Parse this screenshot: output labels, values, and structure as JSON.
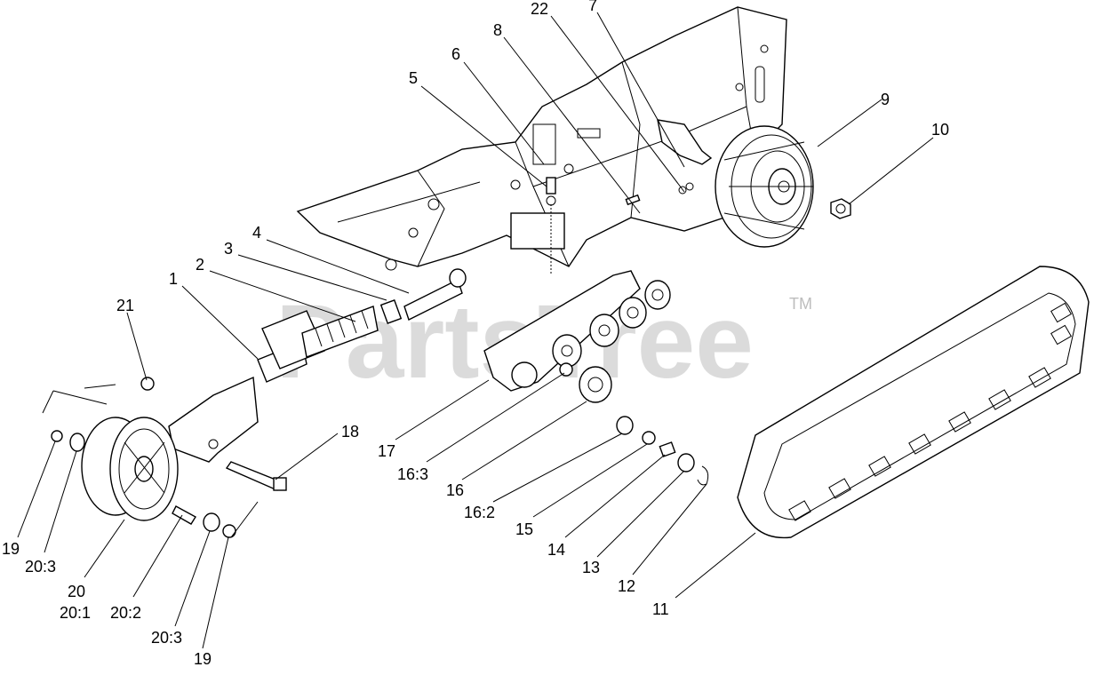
{
  "watermark": {
    "text": "PartsTree",
    "trademark": "TM"
  },
  "callouts": [
    {
      "id": "c-22a",
      "text": "22"
    },
    {
      "id": "c-7",
      "text": "7"
    },
    {
      "id": "c-8",
      "text": "8"
    },
    {
      "id": "c-6",
      "text": "6"
    },
    {
      "id": "c-5",
      "text": "5"
    },
    {
      "id": "c-9",
      "text": "9"
    },
    {
      "id": "c-10",
      "text": "10"
    },
    {
      "id": "c-4",
      "text": "4"
    },
    {
      "id": "c-3",
      "text": "3"
    },
    {
      "id": "c-2",
      "text": "2"
    },
    {
      "id": "c-1",
      "text": "1"
    },
    {
      "id": "c-21",
      "text": "21"
    },
    {
      "id": "c-18",
      "text": "18"
    },
    {
      "id": "c-17",
      "text": "17"
    },
    {
      "id": "c-16-3",
      "text": "16:3"
    },
    {
      "id": "c-16",
      "text": "16"
    },
    {
      "id": "c-16-2",
      "text": "16:2"
    },
    {
      "id": "c-15",
      "text": "15"
    },
    {
      "id": "c-14",
      "text": "14"
    },
    {
      "id": "c-13",
      "text": "13"
    },
    {
      "id": "c-12",
      "text": "12"
    },
    {
      "id": "c-11",
      "text": "11"
    },
    {
      "id": "c-19a",
      "text": "19"
    },
    {
      "id": "c-20-3a",
      "text": "20:3"
    },
    {
      "id": "c-20",
      "text": "20"
    },
    {
      "id": "c-20-1",
      "text": "20:1"
    },
    {
      "id": "c-20-2",
      "text": "20:2"
    },
    {
      "id": "c-20-3b",
      "text": "20:3"
    },
    {
      "id": "c-19b",
      "text": "19"
    }
  ]
}
